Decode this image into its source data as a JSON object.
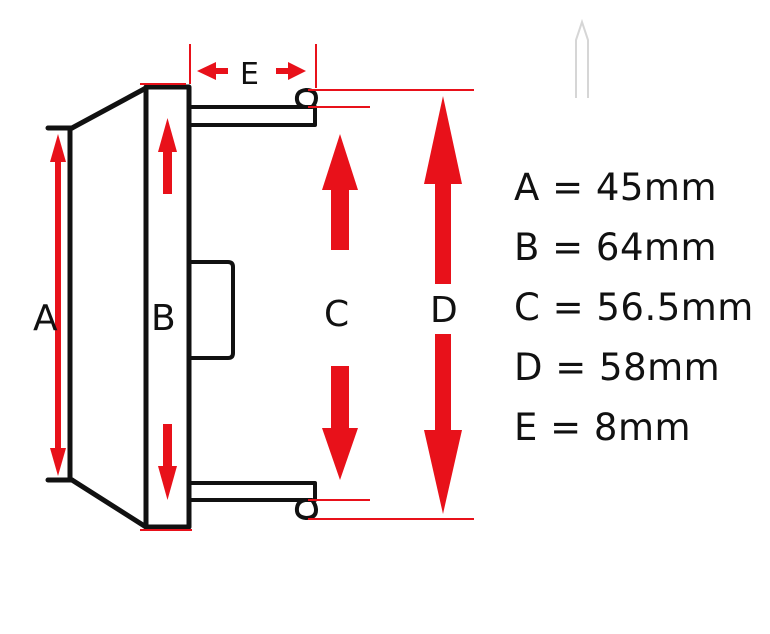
{
  "diagram": {
    "labels": {
      "a": "A",
      "b": "B",
      "c": "C",
      "d": "D",
      "e": "E"
    },
    "legend": [
      {
        "letter": "A",
        "value": "45mm"
      },
      {
        "letter": "B",
        "value": "64mm"
      },
      {
        "letter": "C",
        "value": "56.5mm"
      },
      {
        "letter": "D",
        "value": "58mm"
      },
      {
        "letter": "E",
        "value": "8mm"
      }
    ],
    "colors": {
      "outline": "#111111",
      "arrow": "#e8111a",
      "faint": "#d6d6d6"
    }
  }
}
